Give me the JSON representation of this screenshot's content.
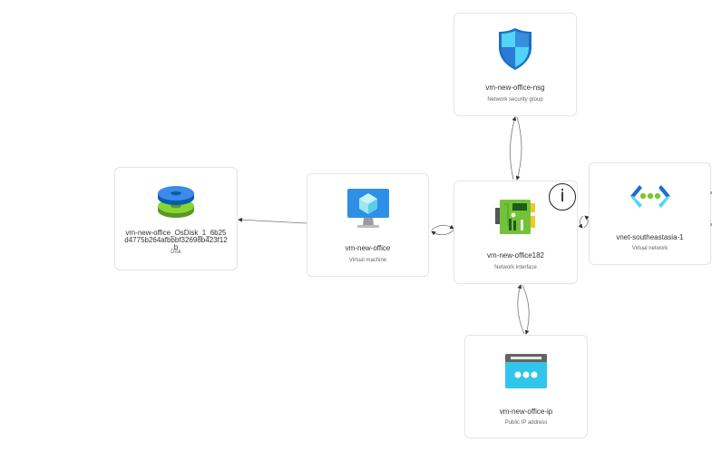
{
  "nodes": {
    "disk": {
      "name": "vm-new-office_OsDisk_1_6b25d4775b264afbbbf32698b423f12b",
      "type": "Disk",
      "icon": "disk-icon"
    },
    "vm": {
      "name": "vm-new-office",
      "type": "Virtual machine",
      "icon": "virtual-machine-icon"
    },
    "nic": {
      "name": "vm-new-office182",
      "type": "Network interface",
      "icon": "network-interface-icon"
    },
    "nsg": {
      "name": "vm-new-office-nsg",
      "type": "Network security group",
      "icon": "shield-icon"
    },
    "vnet": {
      "name": "vnet-southeastasia-1",
      "type": "Virtual network",
      "icon": "virtual-network-icon"
    },
    "pip": {
      "name": "vm-new-office-ip",
      "type": "Public IP address",
      "icon": "public-ip-icon"
    }
  },
  "info_button": {
    "glyph": "i"
  },
  "edges": [
    {
      "from": "vm",
      "to": "disk",
      "direction": "one-way"
    },
    {
      "from": "vm",
      "to": "nic",
      "direction": "two-way"
    },
    {
      "from": "nic",
      "to": "nsg",
      "direction": "two-way"
    },
    {
      "from": "nic",
      "to": "vnet",
      "direction": "two-way"
    },
    {
      "from": "nic",
      "to": "pip",
      "direction": "two-way"
    }
  ],
  "colors": {
    "edge": "#555555",
    "card_border": "#e6e6e6"
  }
}
